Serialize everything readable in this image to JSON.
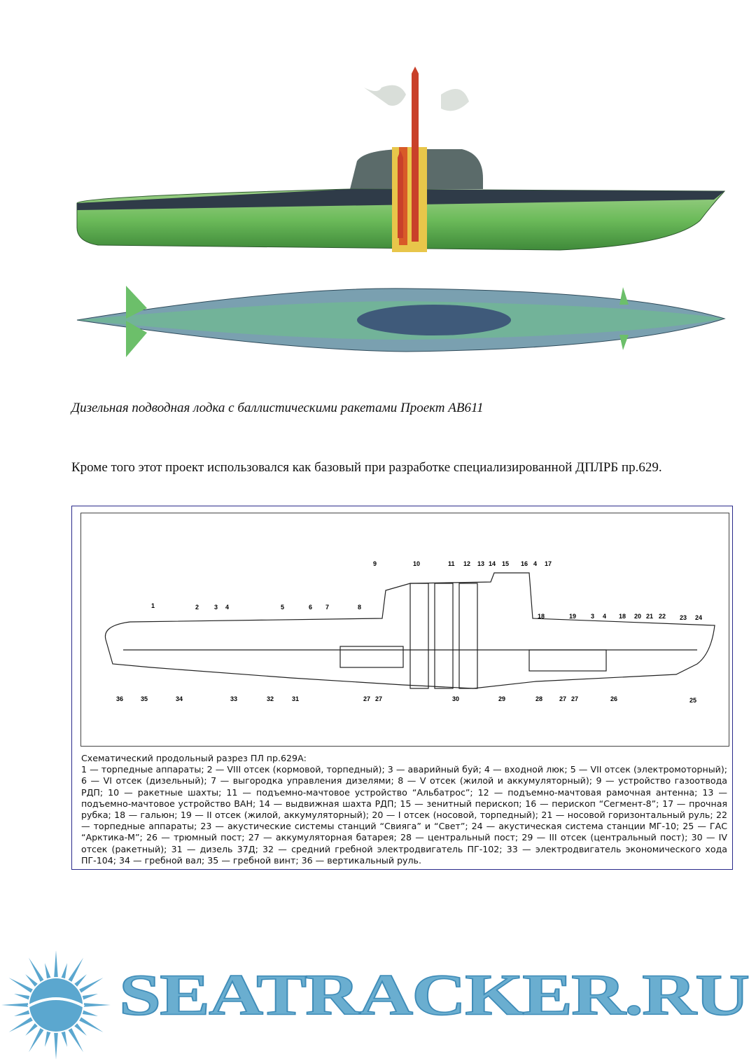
{
  "photo_caption": "Дизельная подводная лодка с баллистическими ракетами Проект АВ611",
  "body_text": "Кроме того этот проект использовался как базовый при разработке специализированной ДПЛРБ пр.629.",
  "figure": {
    "top_labels": [
      "1",
      "2",
      "3",
      "4",
      "5",
      "6",
      "7",
      "8",
      "9",
      "10",
      "11",
      "12",
      "13",
      "14",
      "15",
      "16",
      "4",
      "17",
      "18",
      "19",
      "3",
      "4",
      "18",
      "20",
      "21",
      "22",
      "23",
      "24"
    ],
    "bottom_labels": [
      "36",
      "35",
      "34",
      "33",
      "32",
      "31",
      "27",
      "27",
      "30",
      "29",
      "28",
      "27",
      "27",
      "26",
      "25"
    ],
    "caption_title": "Схематический продольный разрез ПЛ пр.629А:",
    "caption_body": "1 — торпедные аппараты; 2 — VIII отсек (кормовой, торпедный); 3 — аварийный буй; 4 — входной люк; 5 — VII отсек (электромоторный); 6 — VI отсек (дизельный); 7 — выгородка управления дизелями; 8 — V отсек (жилой и аккумуляторный); 9 — устройство газоотвода РДП; 10 — ракетные шахты; 11 — подъемно-мачтовое устройство “Альбатрос”; 12 — подъемно-мачтовая рамочная антенна; 13 — подъемно-мачтовое устройство ВАН; 14 — выдвижная шахта РДП; 15 — зенитный перископ; 16 — перископ “Сегмент-8”; 17 — прочная рубка; 18 — гальюн; 19 — II отсек (жилой, аккумуляторный); 20 — I отсек (носовой, торпедный); 21 — носовой горизонтальный руль; 22 — торпедные аппараты; 23 — акустические системы станций “Свияга” и “Свет”; 24 — акустическая система станции МГ-10; 25 — ГАС “Арктика-М”; 26 — трюмный пост; 27 — аккумуляторная батарея; 28 — центральный пост; 29 — III отсек (центральный пост); 30 — IV отсек (ракетный); 31 — дизель 37Д; 32 — средний гребной электродвигатель ПГ-102; 33 — электродвигатель экономического хода ПГ-104; 34 — гребной вал; 35 — гребной винт; 36 — вертикальный руль."
  },
  "logo": {
    "text": "SEATRACKER.RU",
    "color": "#6aaed0"
  }
}
